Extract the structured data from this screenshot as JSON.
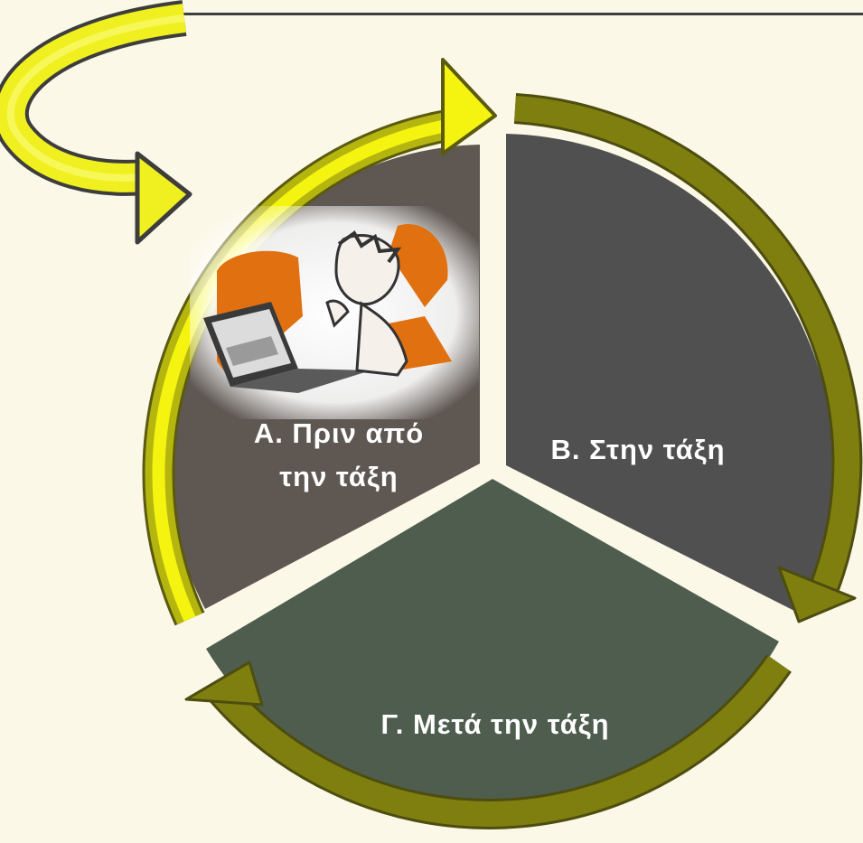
{
  "diagram": {
    "type": "cycle",
    "segments": [
      {
        "id": "A",
        "line1": "Α. Πριν από",
        "line2": "την τάξη",
        "color": "#5e5752",
        "highlighted": true
      },
      {
        "id": "B",
        "label": "Β. Στην τάξη",
        "color": "#505050"
      },
      {
        "id": "C",
        "label": "Γ. Μετά την τάξη",
        "color": "#4e5d4e"
      }
    ],
    "arrow_colors": {
      "outline": "#4d4d10",
      "fill": "#7f7f10",
      "highlight": "#f4f410"
    },
    "illustration": "student-at-laptop-icon"
  }
}
